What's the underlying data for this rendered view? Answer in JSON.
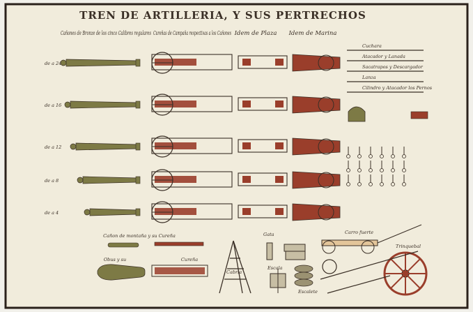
{
  "title": "TREN DE ARTILLERIA, Y SUS PERTRECHOS",
  "headers": {
    "cannons": "Cañones de Bronze de los cinco Calibres regulares",
    "carriages": "Cureñas de Campaña respectivas a los Cañones",
    "plaza": "Idem de Plaza",
    "marina": "Idem de Marina"
  },
  "calibers": [
    "de a 24",
    "de a 16",
    "de a 12",
    "de a 8",
    "de a 4"
  ],
  "tools": [
    "Cuchara",
    "Atacador y Lanada",
    "Sacatrapos y Descargador",
    "Lanza",
    "Cilindro y Atacador los Pernos"
  ],
  "misc_labels": {
    "canon_montana": "Cañon de montaña y su Cureña",
    "obus": "Obus y su",
    "curena": "Cureña",
    "cabria": "Cabria",
    "carro_fuerte": "Carro fuerte",
    "trinquebal": "Trinquebal",
    "gata": "Gata",
    "escala": "Escala",
    "escalete": "Escalete"
  },
  "colors": {
    "paper": "#f1ecdc",
    "bronze": "#7d7a45",
    "carriage_red": "#9a3e2b",
    "ink": "#3a2f26",
    "border": "#2a211b"
  }
}
